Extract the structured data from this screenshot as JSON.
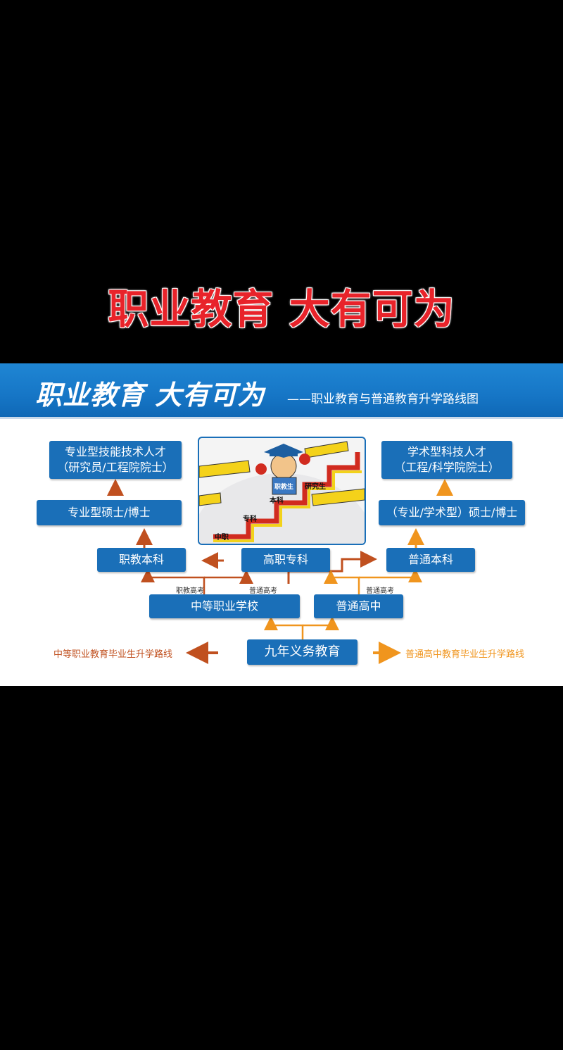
{
  "overlay_title": "职业教育 大有可为",
  "banner": {
    "title": "职业教育 大有可为",
    "subtitle": "——职业教育与普通教育升学路线图"
  },
  "boxes": {
    "left_top_line1": "专业型技能技术人才",
    "left_top_line2": "（研究员/工程院院士）",
    "left_mid": "专业型硕士/博士",
    "zhijiao_benke": "职教本科",
    "gaozhi_zhuanke": "高职专科",
    "putong_benke": "普通本科",
    "right_top_line1": "学术型科技人才",
    "right_top_line2": "（工程/科学院院士）",
    "right_mid": "（专业/学术型）硕士/博士",
    "zhongdeng": "中等职业学校",
    "putong_gaozhong": "普通高中",
    "jiunian": "九年义务教育"
  },
  "notes": {
    "zhijiao_gaokao": "职教高考",
    "putong_gaokao_left": "普通高考",
    "putong_gaokao_right": "普通高考"
  },
  "illustration": {
    "label_yanjiusheng": "研究生",
    "label_benke": "本科",
    "label_zhuanke": "专科",
    "label_zhongzhi": "中职",
    "label_badge": "职教生"
  },
  "legend": {
    "left": "中等职业教育毕业生升学路线",
    "right": "普通高中教育毕业生升学路线"
  },
  "colors": {
    "brand_blue": "#1a6fb8",
    "vocational_route": "#c0501f",
    "general_route": "#f0951e",
    "title_red": "#e8232a"
  }
}
